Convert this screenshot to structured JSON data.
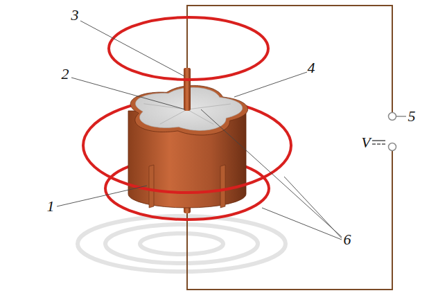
{
  "diagram": {
    "labels": [
      "3",
      "4",
      "2",
      "5",
      "V",
      "1",
      "6"
    ]
  }
}
